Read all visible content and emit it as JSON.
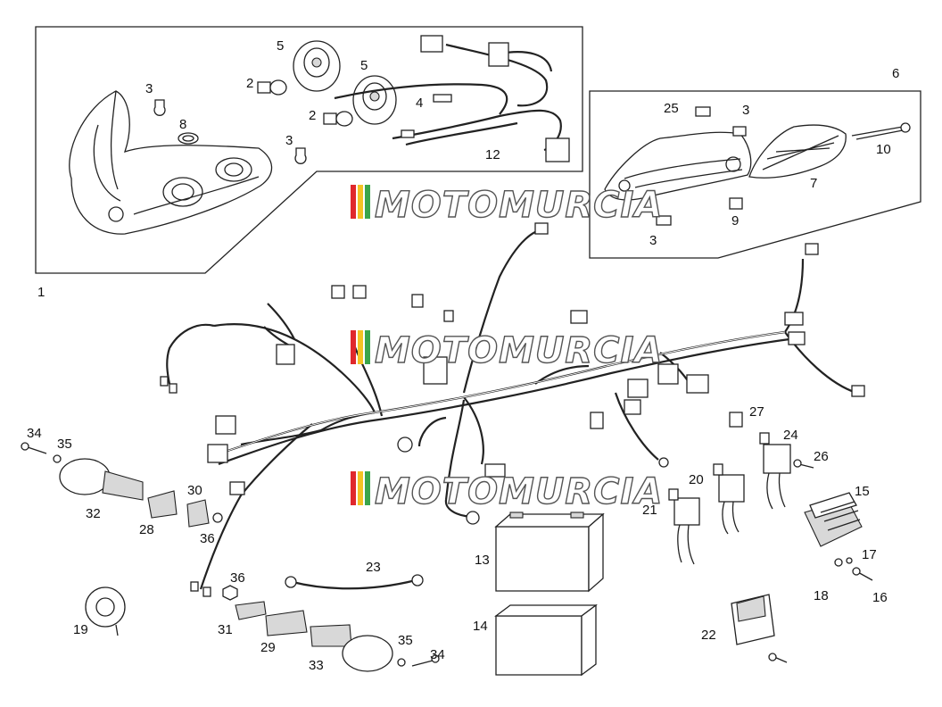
{
  "watermark": {
    "text": "MOTOMURCIA",
    "stripe_colors": [
      "#e0282c",
      "#f3c324",
      "#3aa54b"
    ]
  },
  "labels": {
    "c1": "1",
    "c2a": "2",
    "c2b": "2",
    "c3a": "3",
    "c3b": "3",
    "c3c": "3",
    "c3d": "3",
    "c4": "4",
    "c5a": "5",
    "c5b": "5",
    "c6": "6",
    "c7": "7",
    "c8": "8",
    "c9": "9",
    "c10": "10",
    "c12": "12",
    "c13": "13",
    "c14": "14",
    "c15": "15",
    "c16": "16",
    "c17": "17",
    "c18": "18",
    "c19": "19",
    "c20": "20",
    "c21": "21",
    "c22": "22",
    "c23": "23",
    "c24": "24",
    "c25": "25",
    "c26": "26",
    "c27": "27",
    "c28": "28",
    "c29": "29",
    "c30": "30",
    "c31": "31",
    "c32": "32",
    "c33": "33",
    "c34a": "34",
    "c34b": "34",
    "c35a": "35",
    "c35b": "35",
    "c36a": "36",
    "c36b": "36"
  }
}
